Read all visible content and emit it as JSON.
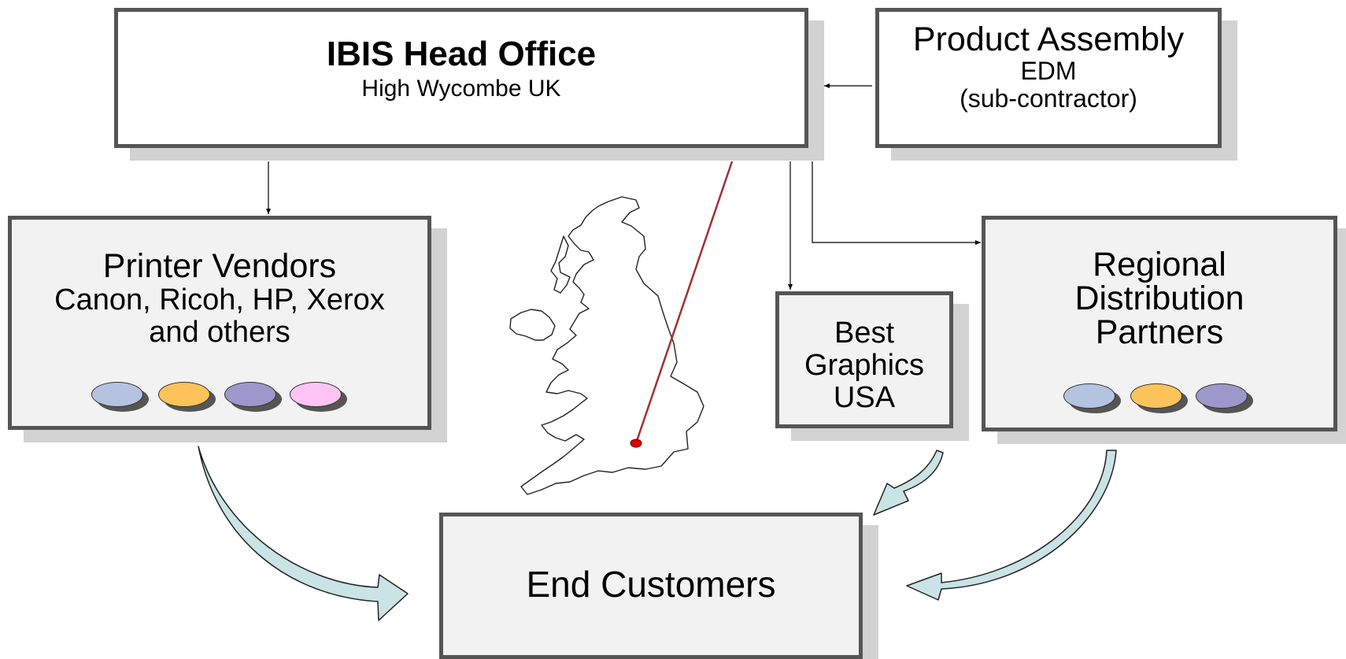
{
  "head_office": {
    "title": "IBIS Head Office",
    "subtitle": "High Wycombe UK"
  },
  "product_assembly": {
    "title": "Product Assembly",
    "line2": "EDM",
    "line3": "(sub-contractor)"
  },
  "printer_vendors": {
    "title": "Printer Vendors",
    "line2": "Canon, Ricoh, HP, Xerox",
    "line3": "and others",
    "oval_colors": [
      "#b4c3e0",
      "#fcc35a",
      "#9c98ca",
      "#ffc4f5"
    ]
  },
  "best_graphics": {
    "line1": "Best",
    "line2": "Graphics",
    "line3": "USA"
  },
  "regional": {
    "line1": "Regional",
    "line2": "Distribution",
    "line3": "Partners",
    "oval_colors": [
      "#b4c3e0",
      "#fcc35a",
      "#9c98ca"
    ]
  },
  "end_customers": {
    "title": "End Customers"
  },
  "colors": {
    "box_border": "#555555",
    "shadow": "#d2d2d2",
    "curved_arrow_fill": "#c9e3e6",
    "map_pin": "#e00000",
    "map_line": "#a03030"
  },
  "icons": {
    "map": "uk-map-icon",
    "pin": "location-pin-icon"
  }
}
